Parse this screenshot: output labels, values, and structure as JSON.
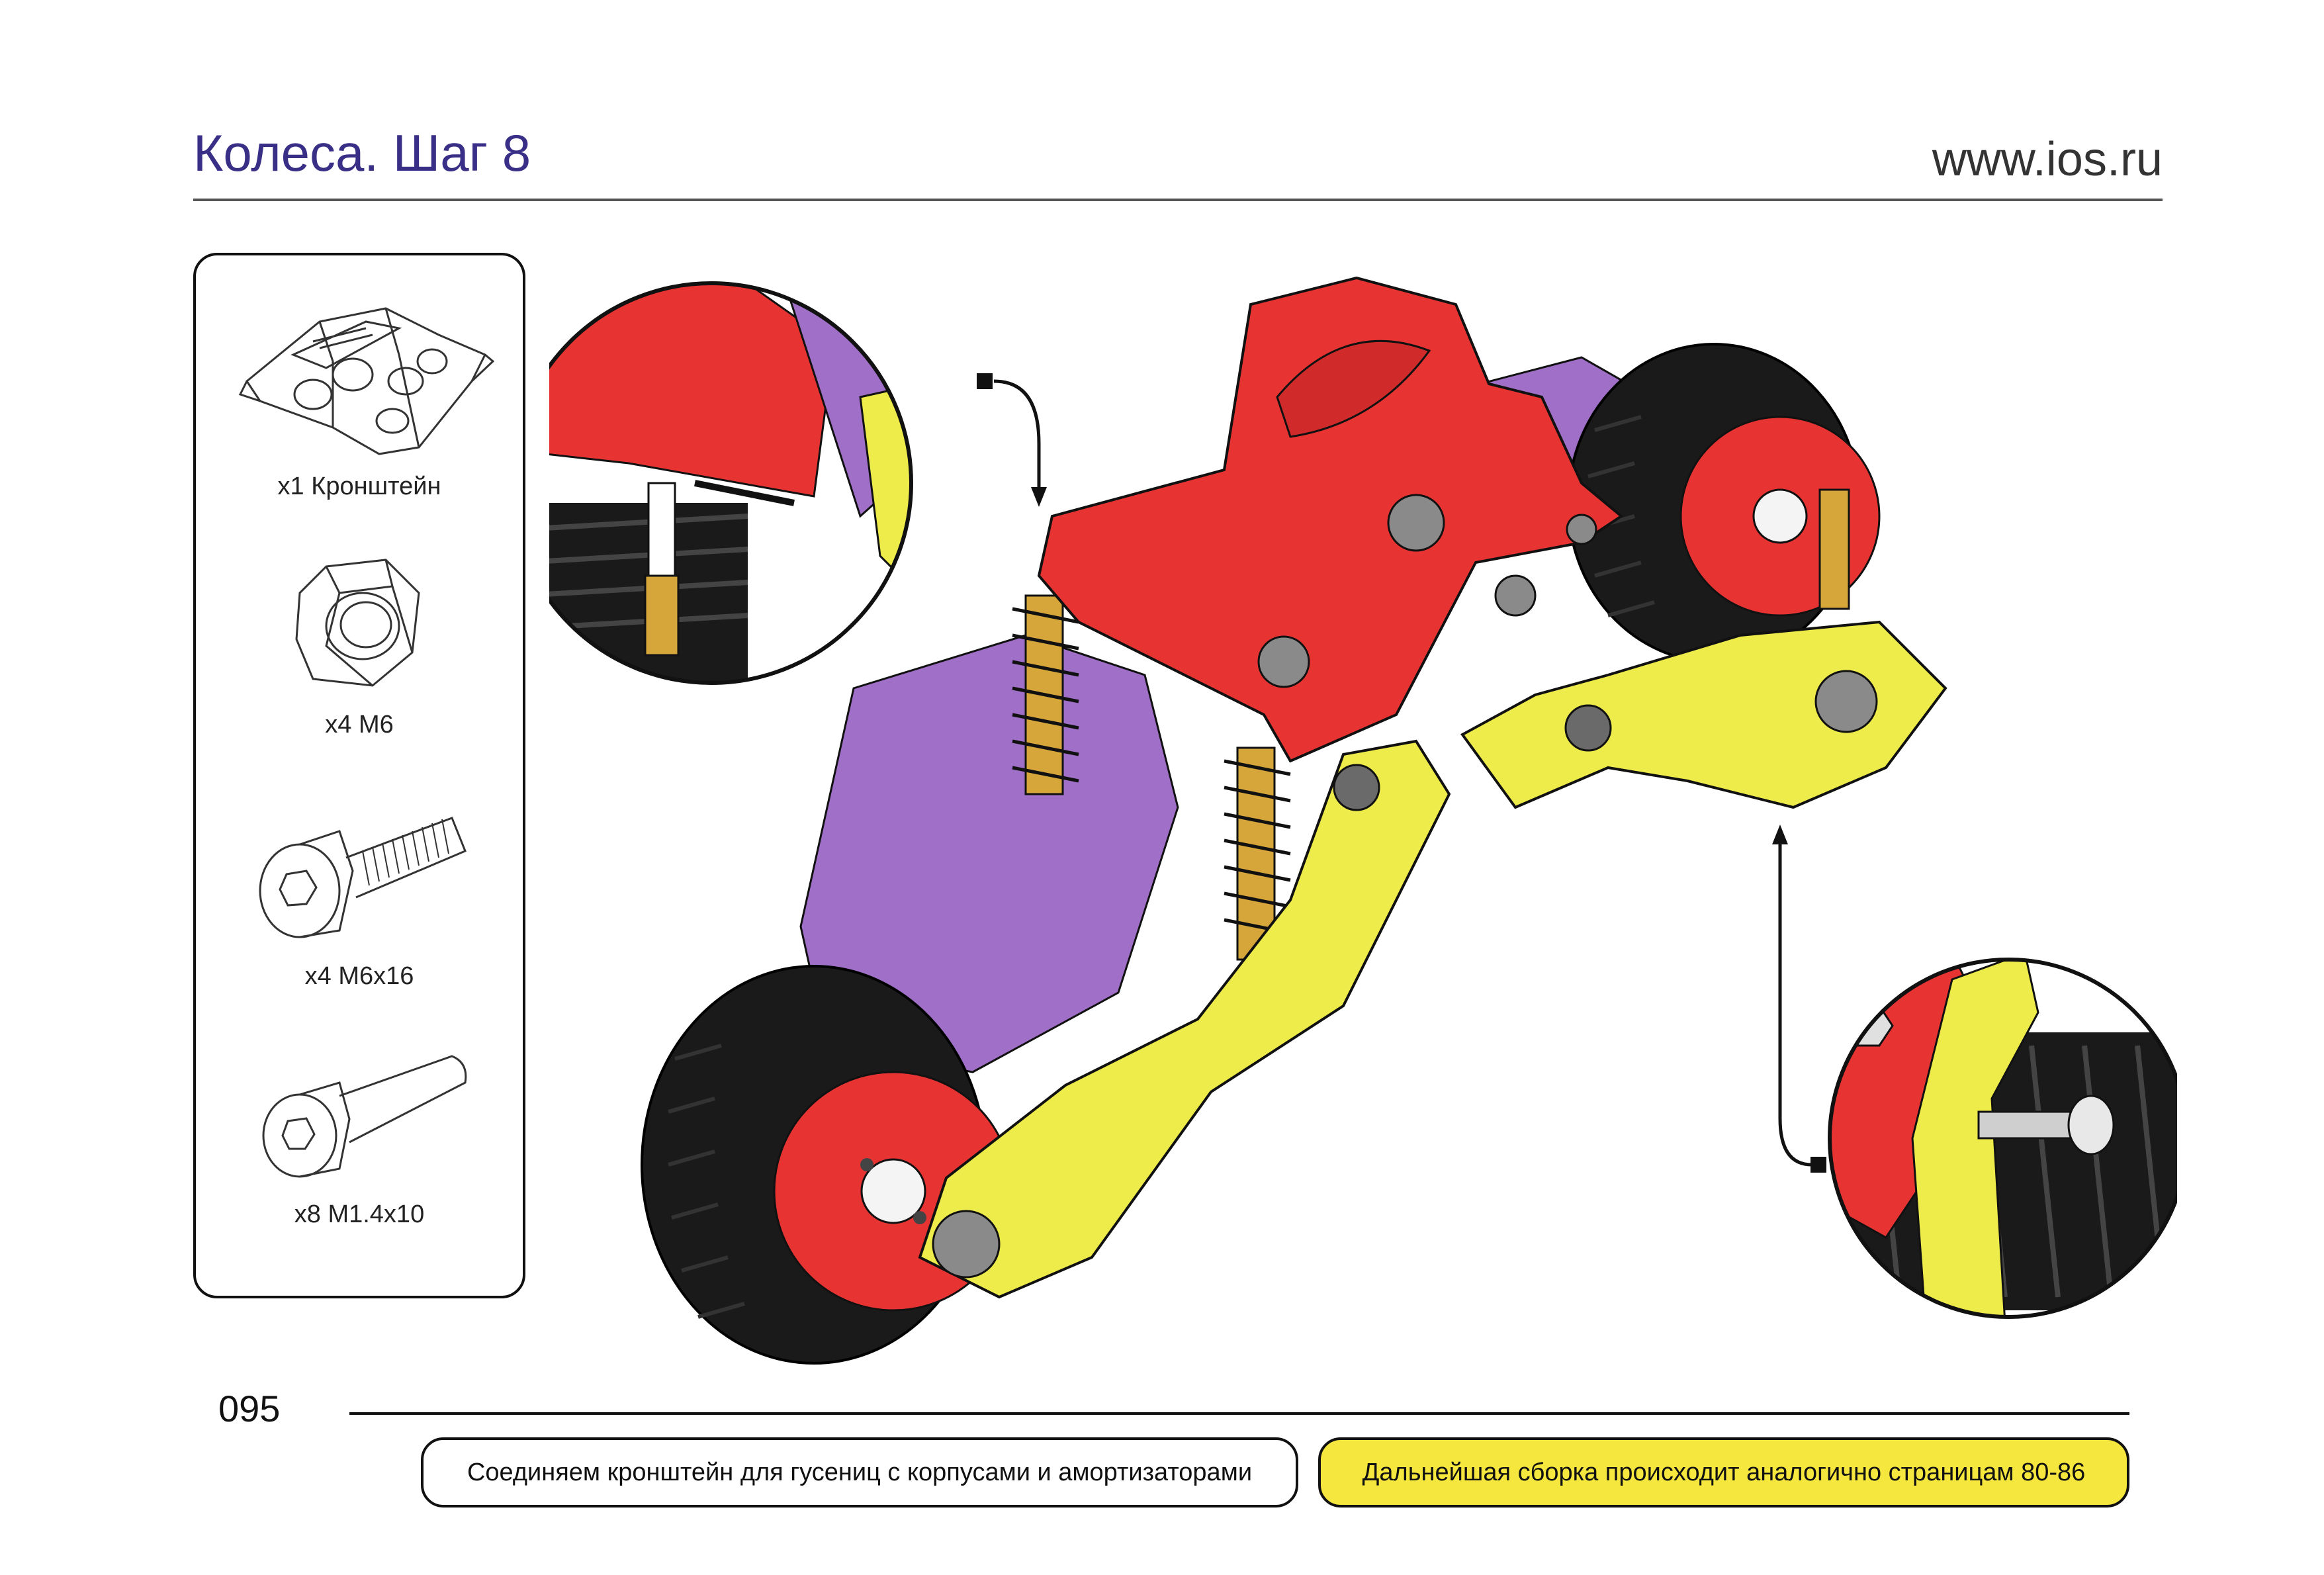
{
  "header": {
    "title": "Колеса. Шаг 8",
    "website": "www.ios.ru"
  },
  "parts": [
    {
      "icon": "bracket-icon",
      "label": "x1 Кронштейн"
    },
    {
      "icon": "hex-nut-icon",
      "label": "x4 M6"
    },
    {
      "icon": "cap-screw-icon",
      "label": "x4 M6x16"
    },
    {
      "icon": "pin-screw-icon",
      "label": "x8 M1.4x10"
    }
  ],
  "footer": {
    "page_number": "095",
    "instruction": "Соединяем кронштейн для гусениц с корпусами и амортизаторами",
    "reference_note": "Дальнейшая сборка происходит аналогично страницам 80-86"
  },
  "colors": {
    "title": "#3a2f86",
    "bracket_red": "#e83333",
    "arm_yellow": "#eeec4a",
    "body_purple": "#a070c8",
    "track_black": "#1a1a1a",
    "spring_gold": "#d7a63a",
    "note_highlight": "#f5e73d"
  }
}
